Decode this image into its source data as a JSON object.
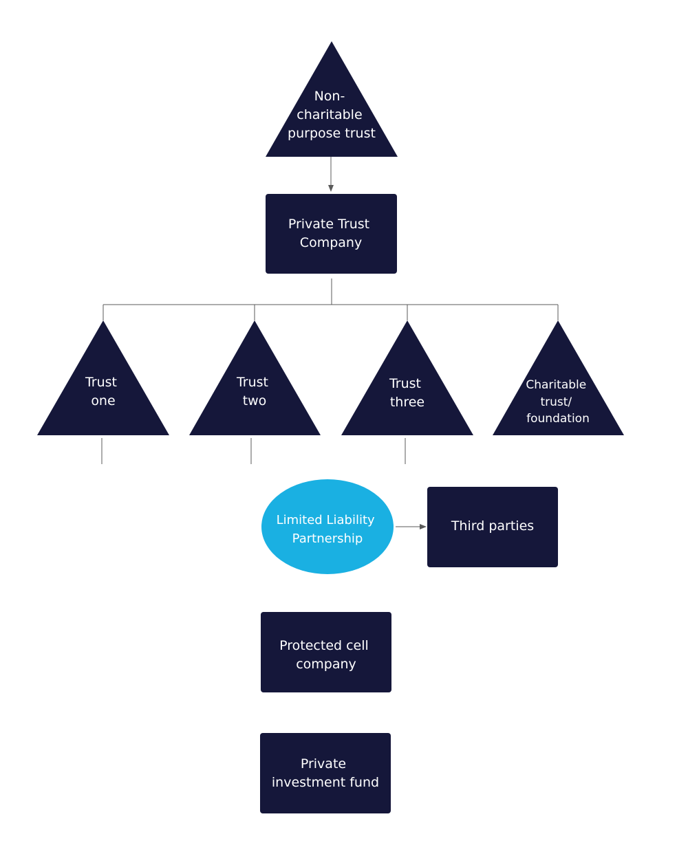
{
  "colors": {
    "navy": "#15173a",
    "accent_blue": "#1ab0e2",
    "connector": "#5a5a5a",
    "background": "#ffffff",
    "label": "#ffffff"
  },
  "nodes": {
    "npt": {
      "lines": [
        "Non-",
        "charitable",
        "purpose trust"
      ]
    },
    "ptc": {
      "lines": [
        "Private Trust",
        "Company"
      ]
    },
    "trust1": {
      "lines": [
        "Trust",
        "one"
      ]
    },
    "trust2": {
      "lines": [
        "Trust",
        "two"
      ]
    },
    "trust3": {
      "lines": [
        "Trust",
        "three"
      ]
    },
    "charitable": {
      "lines": [
        "Charitable",
        "trust/",
        "foundation"
      ]
    },
    "llp": {
      "lines": [
        "Limited Liability",
        "Partnership"
      ]
    },
    "third_parties": {
      "lines": [
        "Third parties"
      ]
    },
    "pcc": {
      "lines": [
        "Protected cell",
        "company"
      ]
    },
    "pif": {
      "lines": [
        "Private",
        "investment fund"
      ]
    }
  }
}
